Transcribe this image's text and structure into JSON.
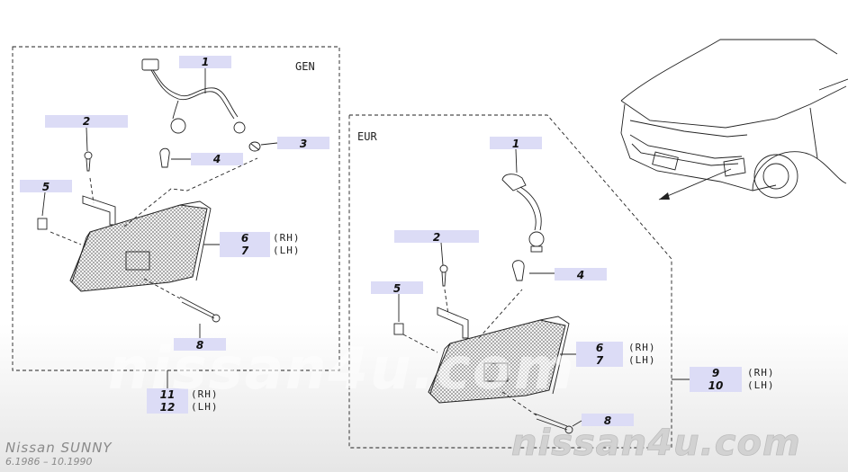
{
  "variants": {
    "gen": "GEN",
    "eur": "EUR"
  },
  "part_numbers": {
    "p1": "1",
    "p2": "2",
    "p3": "3",
    "p4": "4",
    "p5": "5",
    "p6": "6",
    "p7": "7",
    "p8": "8",
    "p9": "9",
    "p10": "10",
    "p11": "11",
    "p12": "12"
  },
  "side_labels": {
    "rh": "(RH)",
    "lh": "(LH)"
  },
  "watermark": {
    "brand": "nissan4u.com"
  },
  "footer": {
    "model": "Nissan SUNNY",
    "period": "6.1986 – 10.1990"
  },
  "colors": {
    "highlight": "#dcdcf6",
    "line": "#222222",
    "watermark": "#d2d2d2"
  }
}
